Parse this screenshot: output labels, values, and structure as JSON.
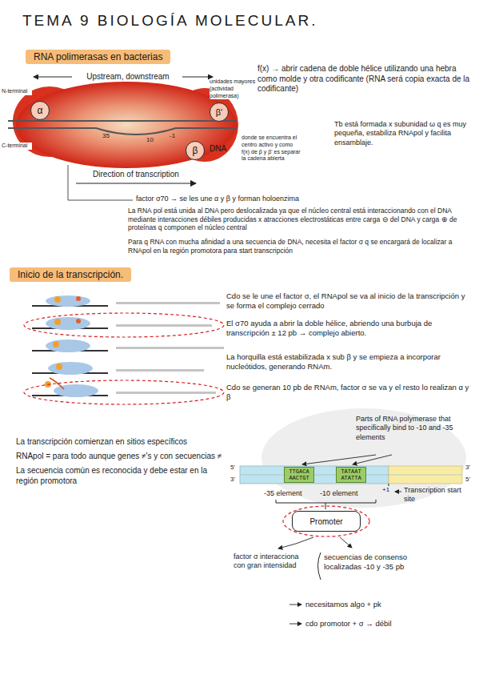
{
  "diagram": {
    "title": "TEMA 9 BIOLOGÍA MOLECULAR.",
    "nodes": [
      {
        "text": [
          "RNA polimerasas en bacterias"
        ]
      },
      {
        "text": [
          "α"
        ]
      },
      {
        "text": [
          "β'"
        ]
      },
      {
        "text": [
          "β"
        ]
      },
      {
        "text": [
          "Inicio de la transcripción."
        ]
      },
      {
        "text": [
          "TTGACA AACTGT"
        ]
      },
      {
        "text": [
          "TATAAT ATATTA"
        ]
      },
      {
        "text": [
          "Promoter"
        ]
      }
    ],
    "labels": [
      "N-terminal",
      "C-terminal",
      "Upstream, downstream",
      "unidades mayores (actividad polimerasa)",
      "35",
      "10",
      "-1",
      "DNA",
      "Direction of transcription",
      "donde se encuentra el centro activo y como f(x) de β y β' es separar la cadena abierta",
      "f(x) → abrir cadena de doble hélice utilizando una hebra como molde y otra codificante (RNA será copia exacta de la codificante)",
      "Tb está formada x subunidad ω q es muy pequeña, estabiliza RNApol y facilita ensamblaje.",
      "factor σ70 → se les une α y β y forman holoenzima",
      "La RNA pol está unida al DNA pero deslocalizada ya que el núcleo central está interaccionando con el DNA mediante interacciones débiles producidas x atracciones electrostáticas entre carga ⊖ del DNA y carga ⊕ de proteínas q componen el núcleo central",
      "Para q RNA con mucha afinidad a una secuencia de DNA, necesita el factor σ q se encargará de localizar a RNApol en la región promotora para start transcripción",
      "Cdo se le une el factor σ, el RNApol se va al inicio de la transcripción y se forma el complejo cerrado",
      "El σ70 ayuda a abrir la doble hélice, abriendo una burbuja de transcripción ± 12 pb → complejo abierto.",
      "La horquilla está estabilizada x sub β y se empieza a incorporar nucleótidos, generando RNAm.",
      "Cdo se generan 10 pb de RNAm, factor σ se va y el resto lo realizan α y β",
      "La transcripción comienzan en sitios específicos",
      "RNApol = para todo aunque genes ≠'s y con secuencias ≠",
      "La secuencia común es reconocida y debe estar en la región promotora",
      "Parts of RNA polymerase that specifically bind to -10 and -35 elements",
      "5'",
      "3'",
      "3'",
      "5'",
      "+1",
      "-35 element",
      "-10 element",
      "Transcription start site",
      "factor σ interacciona con gran intensidad",
      "secuencias de consenso localizadas -10 y -35 pb",
      "necesitamos algo + pk",
      "cdo promotor + σ → débil"
    ]
  }
}
